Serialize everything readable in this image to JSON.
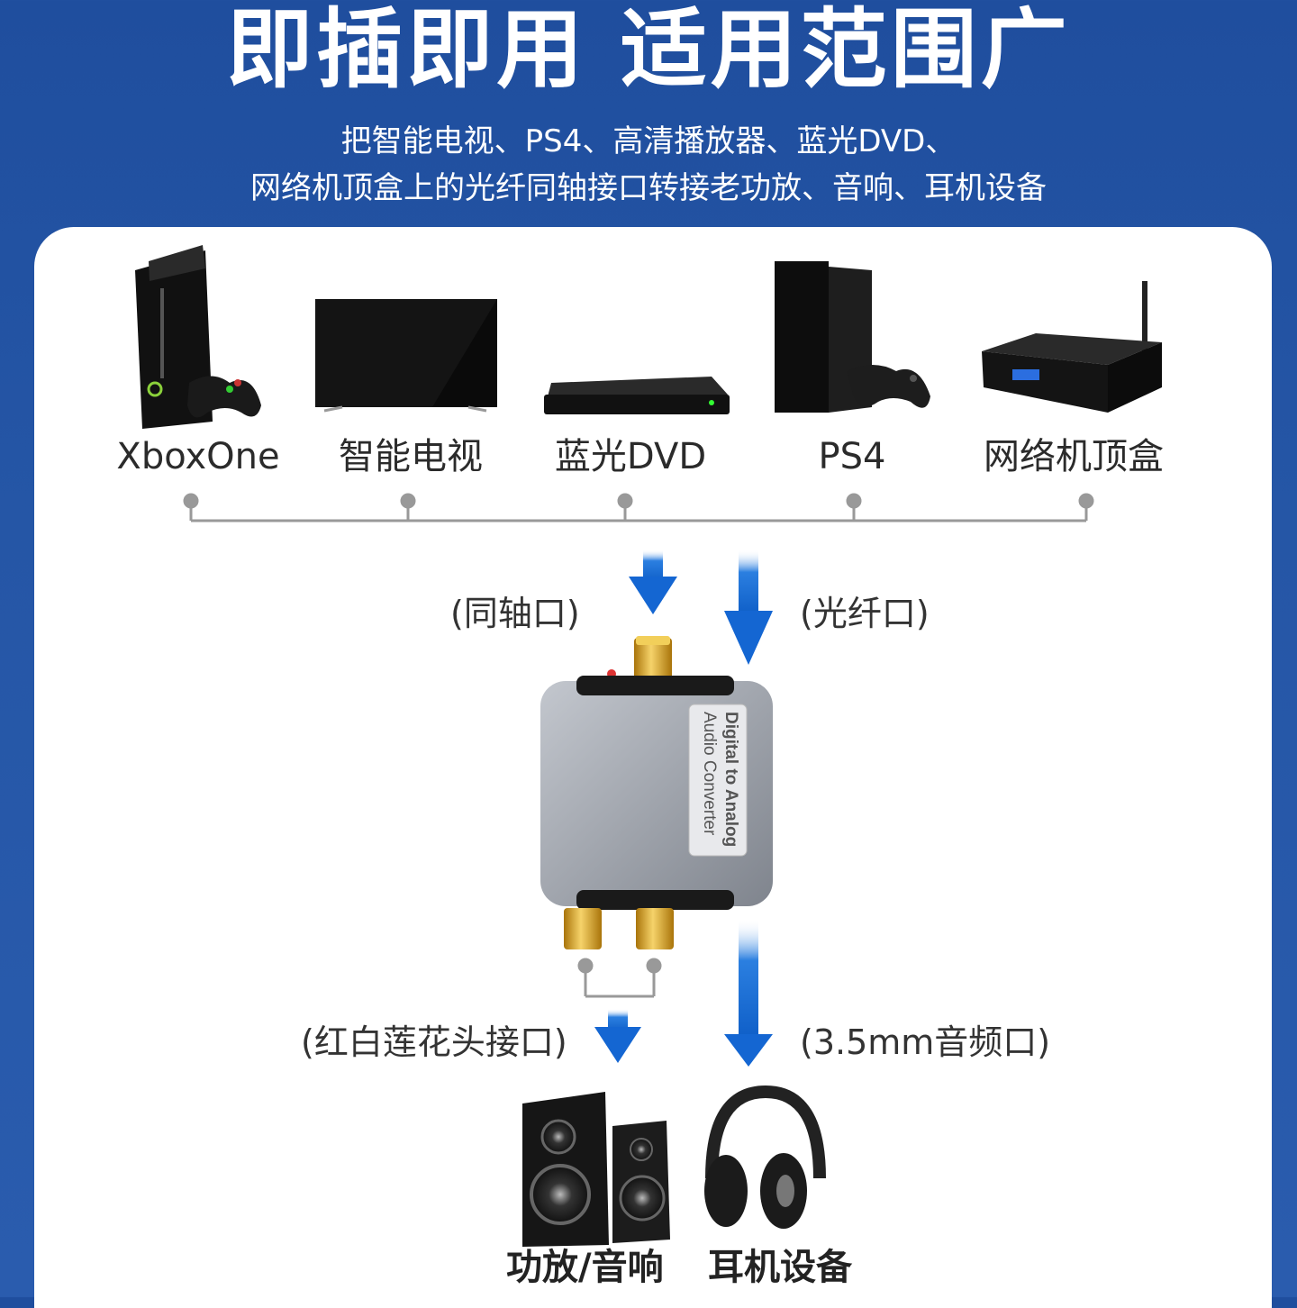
{
  "header": {
    "title": "即插即用 适用范围广",
    "subtitle_line1": "把智能电视、PS4、高清播放器、蓝光DVD、",
    "subtitle_line2": "网络机顶盒上的光纤同轴接口转接老功放、音响、耳机设备"
  },
  "sources": [
    {
      "label": "XboxOne",
      "icon": "xbox-console-icon"
    },
    {
      "label": "智能电视",
      "icon": "smart-tv-icon"
    },
    {
      "label": "蓝光DVD",
      "icon": "bluray-player-icon"
    },
    {
      "label": "PS4",
      "icon": "ps4-console-icon"
    },
    {
      "label": "网络机顶盒",
      "icon": "set-top-box-icon"
    }
  ],
  "inputs": {
    "coaxial": "(同轴口)",
    "optical": "(光纤口)"
  },
  "converter": {
    "line1": "Digital to Analog",
    "line2": "Audio Converter"
  },
  "outputs_ports": {
    "rca": "(红白莲花头接口)",
    "jack": "(3.5mm音频口)"
  },
  "outputs": [
    {
      "label": "功放/音响",
      "icon": "speakers-icon"
    },
    {
      "label": "耳机设备",
      "icon": "headphones-icon"
    }
  ],
  "colors": {
    "background": "#2556a6",
    "arrow": "#1a6fd6",
    "connector_gold": "#d9a520",
    "converter_body": "#9aa0ab"
  }
}
